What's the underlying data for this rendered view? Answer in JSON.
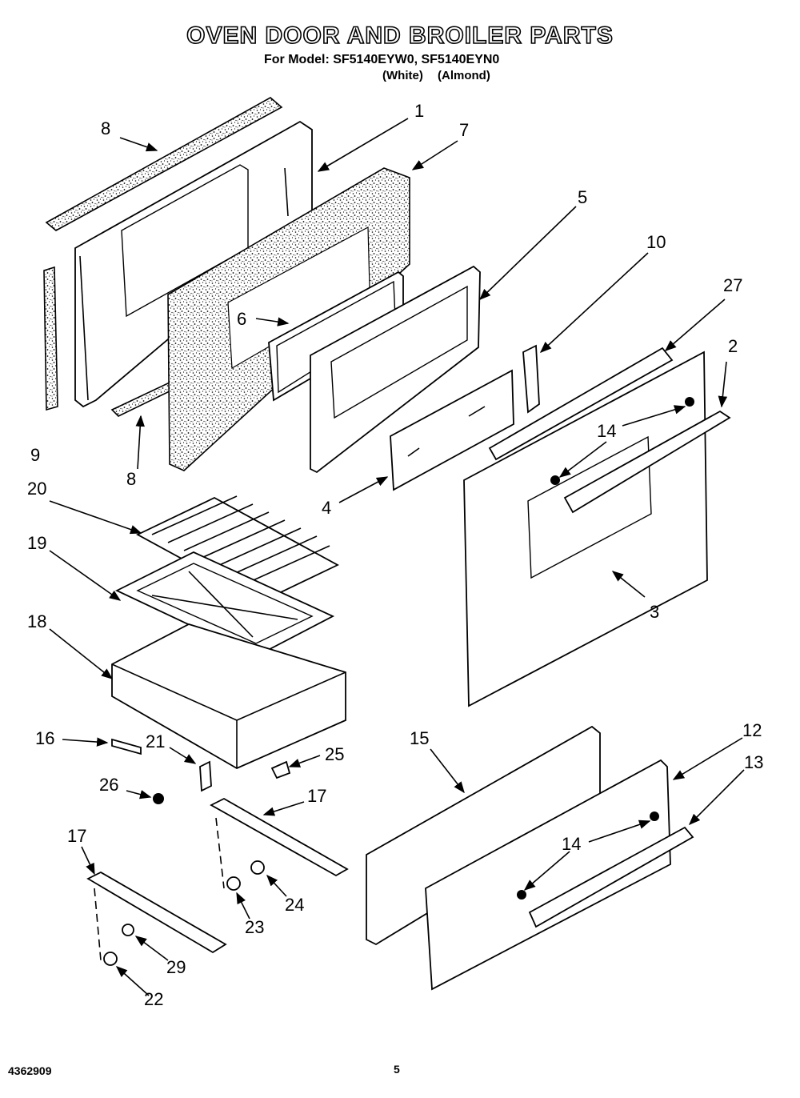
{
  "header": {
    "title": "OVEN DOOR AND BROILER PARTS",
    "model_line": "For Model: SF5140EYW0, SF5140EYN0",
    "variants": [
      "(White)",
      "(Almond)"
    ]
  },
  "footer": {
    "doc_number": "4362909",
    "page_number": "5"
  },
  "callouts": [
    {
      "id": "c1",
      "label": "1"
    },
    {
      "id": "c7",
      "label": "7"
    },
    {
      "id": "c8a",
      "label": "8"
    },
    {
      "id": "c5",
      "label": "5"
    },
    {
      "id": "c10",
      "label": "10"
    },
    {
      "id": "c27",
      "label": "27"
    },
    {
      "id": "c2",
      "label": "2"
    },
    {
      "id": "c6",
      "label": "6"
    },
    {
      "id": "c14a",
      "label": "14"
    },
    {
      "id": "c9",
      "label": "9"
    },
    {
      "id": "c8b",
      "label": "8"
    },
    {
      "id": "c4",
      "label": "4"
    },
    {
      "id": "c20",
      "label": "20"
    },
    {
      "id": "c19",
      "label": "19"
    },
    {
      "id": "c3",
      "label": "3"
    },
    {
      "id": "c18",
      "label": "18"
    },
    {
      "id": "c16",
      "label": "16"
    },
    {
      "id": "c21",
      "label": "21"
    },
    {
      "id": "c25",
      "label": "25"
    },
    {
      "id": "c15",
      "label": "15"
    },
    {
      "id": "c12",
      "label": "12"
    },
    {
      "id": "c13",
      "label": "13"
    },
    {
      "id": "c26",
      "label": "26"
    },
    {
      "id": "c17a",
      "label": "17"
    },
    {
      "id": "c17b",
      "label": "17"
    },
    {
      "id": "c14b",
      "label": "14"
    },
    {
      "id": "c24",
      "label": "24"
    },
    {
      "id": "c23",
      "label": "23"
    },
    {
      "id": "c29",
      "label": "29"
    },
    {
      "id": "c22",
      "label": "22"
    }
  ]
}
